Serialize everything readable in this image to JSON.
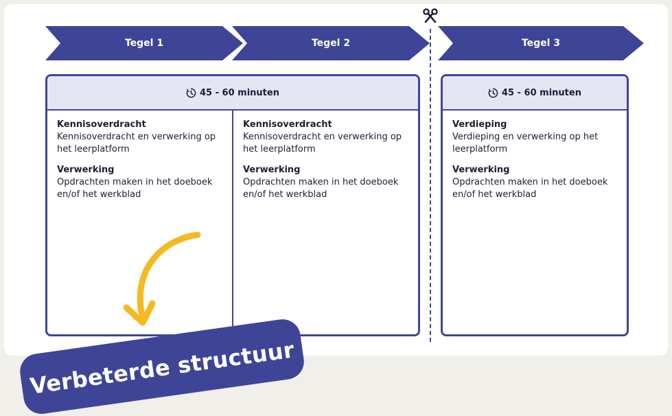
{
  "tiles": [
    {
      "label": "Tegel 1"
    },
    {
      "label": "Tegel 2"
    },
    {
      "label": "Tegel 3"
    }
  ],
  "cards": [
    {
      "duration": "45 - 60 minuten",
      "columns": [
        {
          "sections": [
            {
              "title": "Kennisoverdracht",
              "text": "Kennisoverdracht en verwerking op het leerplatform"
            },
            {
              "title": "Verwerking",
              "text": "Opdrachten maken in het doeboek en/of het werkblad"
            }
          ]
        },
        {
          "sections": [
            {
              "title": "Kennisoverdracht",
              "text": "Kennisoverdracht en verwerking op het leerplatform"
            },
            {
              "title": "Verwerking",
              "text": "Opdrachten maken in het doeboek en/of het werkblad"
            }
          ]
        }
      ]
    },
    {
      "duration": "45 - 60 minuten",
      "columns": [
        {
          "sections": [
            {
              "title": "Verdieping",
              "text": "Verdieping en verwerking op het leerplatform"
            },
            {
              "title": "Verwerking",
              "text": "Opdrachten maken in het doeboek en/of het werkblad"
            }
          ]
        }
      ]
    }
  ],
  "badge": {
    "label": "Verbeterde structuur"
  },
  "colors": {
    "primary": "#3e4597",
    "header_bg": "#e4e6f3",
    "accent": "#f5b921",
    "background": "#f1efea"
  },
  "icons": {
    "duration": "clock-icon",
    "cut": "scissors-icon",
    "arrow": "curved-arrow-icon"
  }
}
